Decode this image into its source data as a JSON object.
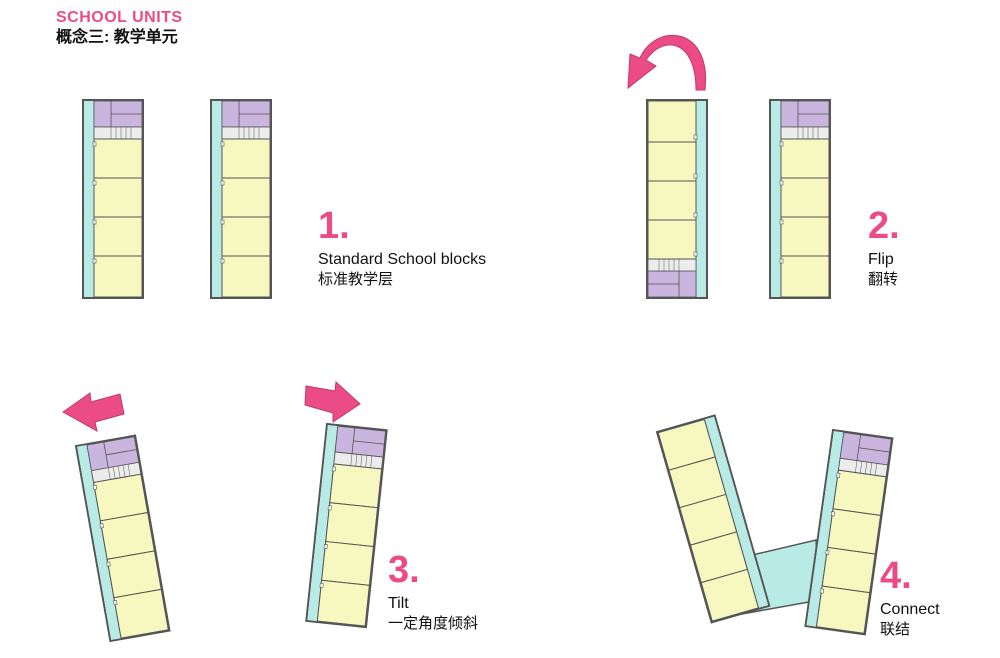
{
  "header": {
    "title_en": "SCHOOL UNITS",
    "title_zh": "概念三: 教学单元"
  },
  "steps": [
    {
      "number": "1.",
      "label_en": "Standard School blocks",
      "label_zh": "标准教学层"
    },
    {
      "number": "2.",
      "label_en": "Flip",
      "label_zh": "翻转"
    },
    {
      "number": "3.",
      "label_en": "Tilt",
      "label_zh": "一定角度倾斜"
    },
    {
      "number": "4.",
      "label_en": "Connect",
      "label_zh": "联结"
    }
  ],
  "colors": {
    "accent": "#ec4c86",
    "classroom": "#f7f7c0",
    "corridor": "#b8ebe6",
    "service": "#c9b5de",
    "stair": "#ececec",
    "wall": "#555555"
  }
}
